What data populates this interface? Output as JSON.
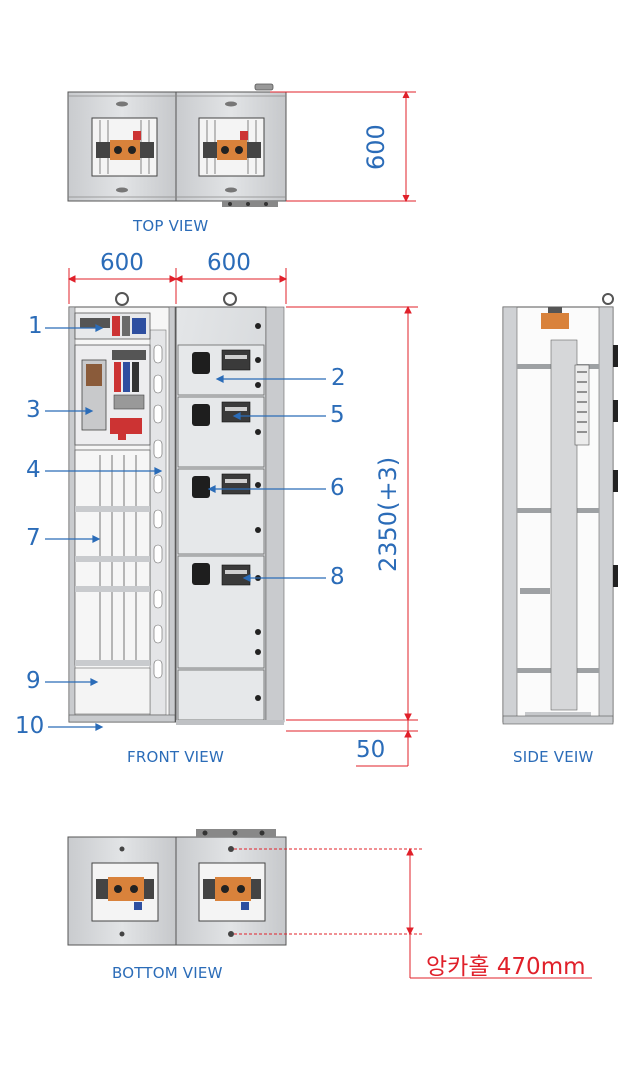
{
  "views": {
    "top": "TOP VIEW",
    "front": "FRONT VIEW",
    "side": "SIDE VEIW",
    "bottom": "BOTTOM VIEW"
  },
  "dimensions": {
    "top_depth": "600",
    "front_width_left": "600",
    "front_width_right": "600",
    "height": "2350(+3)",
    "base": "50",
    "anchor_hole": "앙카홀 470mm"
  },
  "callouts": [
    "1",
    "2",
    "3",
    "4",
    "5",
    "6",
    "7",
    "8",
    "9",
    "10"
  ],
  "colors": {
    "label_blue": "#2b6cb8",
    "dimension_red": "#e0202a",
    "panel_gray": "#d4d6d8",
    "busbar_orange": "#d9823b"
  }
}
